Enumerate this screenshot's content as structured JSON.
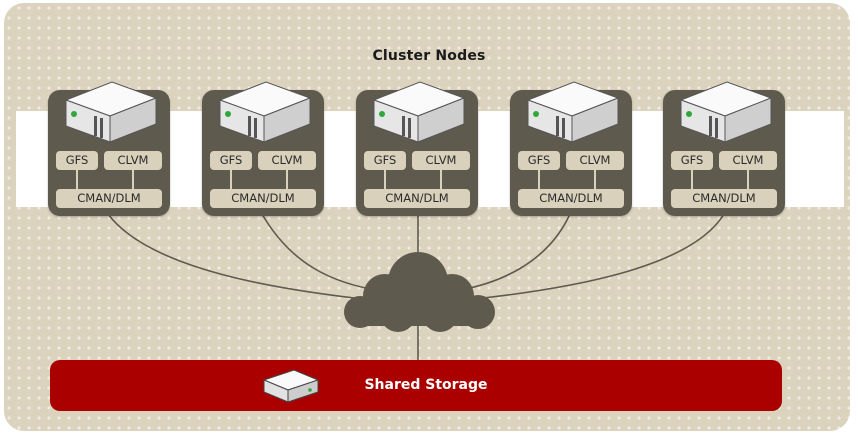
{
  "diagram": {
    "title": "Cluster Nodes",
    "nodes": [
      {
        "gfs": "GFS",
        "clvm": "CLVM",
        "lock": "CMAN/DLM"
      },
      {
        "gfs": "GFS",
        "clvm": "CLVM",
        "lock": "CMAN/DLM"
      },
      {
        "gfs": "GFS",
        "clvm": "CLVM",
        "lock": "CMAN/DLM"
      },
      {
        "gfs": "GFS",
        "clvm": "CLVM",
        "lock": "CMAN/DLM"
      },
      {
        "gfs": "GFS",
        "clvm": "CLVM",
        "lock": "CMAN/DLM"
      }
    ],
    "network_icon": "cloud-icon",
    "node_icon": "server-icon",
    "storage": {
      "label": "Shared Storage",
      "icon": "storage-device-icon"
    },
    "colors": {
      "background": "#dcd3bf",
      "node": "#5e5a4e",
      "tag": "#d9d1bb",
      "storage": "#aa0000",
      "cloud": "#5e5a4e"
    }
  }
}
